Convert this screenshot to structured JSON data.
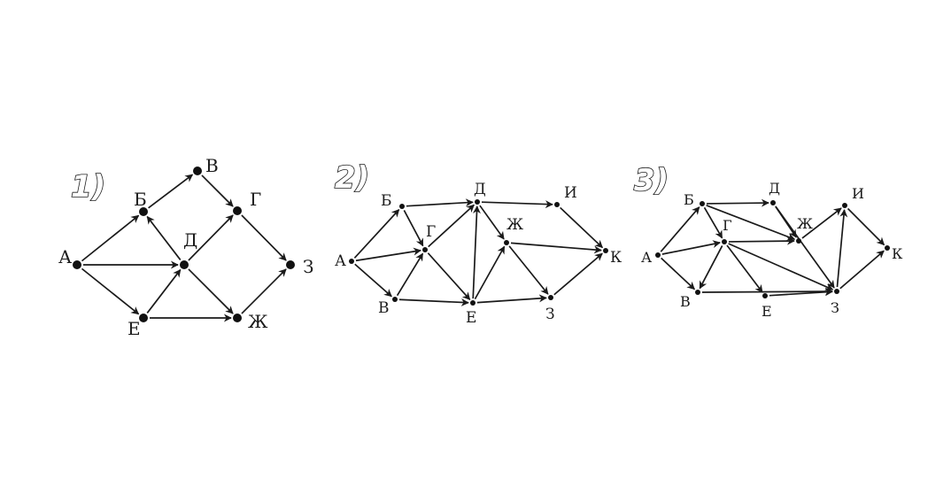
{
  "colors": {
    "ink": "#1a1a1a",
    "background": "#ffffff"
  },
  "graphs": [
    {
      "number_label": "1)",
      "nodes": [
        "А",
        "Б",
        "В",
        "Г",
        "Д",
        "Е",
        "Ж",
        "З"
      ],
      "edges": [
        [
          "А",
          "Б"
        ],
        [
          "А",
          "Д"
        ],
        [
          "А",
          "Е"
        ],
        [
          "Б",
          "В"
        ],
        [
          "Д",
          "Б"
        ],
        [
          "В",
          "Г"
        ],
        [
          "Д",
          "Г"
        ],
        [
          "Е",
          "Д"
        ],
        [
          "Е",
          "Ж"
        ],
        [
          "Д",
          "Ж"
        ],
        [
          "Г",
          "З"
        ],
        [
          "Ж",
          "З"
        ]
      ]
    },
    {
      "number_label": "2)",
      "nodes": [
        "А",
        "Б",
        "В",
        "Г",
        "Д",
        "Е",
        "Ж",
        "З",
        "И",
        "К"
      ],
      "edges": [
        [
          "А",
          "Б"
        ],
        [
          "А",
          "Г"
        ],
        [
          "А",
          "В"
        ],
        [
          "Б",
          "Д"
        ],
        [
          "Б",
          "Г"
        ],
        [
          "В",
          "Г"
        ],
        [
          "В",
          "Е"
        ],
        [
          "Г",
          "Д"
        ],
        [
          "Г",
          "Е"
        ],
        [
          "Е",
          "Д"
        ],
        [
          "Д",
          "Ж"
        ],
        [
          "Д",
          "И"
        ],
        [
          "Е",
          "Ж"
        ],
        [
          "Е",
          "З"
        ],
        [
          "Ж",
          "З"
        ],
        [
          "Ж",
          "К"
        ],
        [
          "И",
          "К"
        ],
        [
          "З",
          "К"
        ]
      ]
    },
    {
      "number_label": "3)",
      "nodes": [
        "А",
        "Б",
        "В",
        "Г",
        "Д",
        "Е",
        "Ж",
        "З",
        "И",
        "К"
      ],
      "edges": [
        [
          "А",
          "Б"
        ],
        [
          "А",
          "Г"
        ],
        [
          "А",
          "В"
        ],
        [
          "Б",
          "Д"
        ],
        [
          "Б",
          "Г"
        ],
        [
          "Б",
          "Ж"
        ],
        [
          "Г",
          "В"
        ],
        [
          "В",
          "З"
        ],
        [
          "Г",
          "Е"
        ],
        [
          "Г",
          "Ж"
        ],
        [
          "Г",
          "З"
        ],
        [
          "Д",
          "Ж"
        ],
        [
          "Д",
          "З"
        ],
        [
          "Ж",
          "И"
        ],
        [
          "Е",
          "З"
        ],
        [
          "З",
          "И"
        ],
        [
          "З",
          "К"
        ],
        [
          "И",
          "К"
        ]
      ]
    }
  ]
}
